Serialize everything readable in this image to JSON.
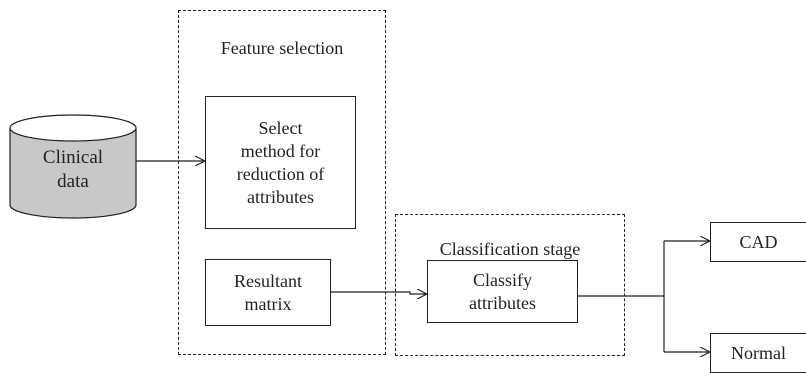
{
  "diagram": {
    "source": {
      "label": "Clinical\ndata",
      "fill": "#c8c8c8"
    },
    "feature_group": {
      "title": "Feature selection",
      "step_select": "Select\nmethod for\nreduction of\nattributes",
      "step_matrix": "Resultant\nmatrix"
    },
    "classification_group": {
      "title": "Classification stage",
      "step_classify": "Classify\nattributes"
    },
    "outputs": {
      "cad": "CAD",
      "normal": "Normal"
    },
    "colors": {
      "stroke": "#231f20",
      "cylinder_fill": "#c8c8c8",
      "background": "#ffffff"
    }
  }
}
